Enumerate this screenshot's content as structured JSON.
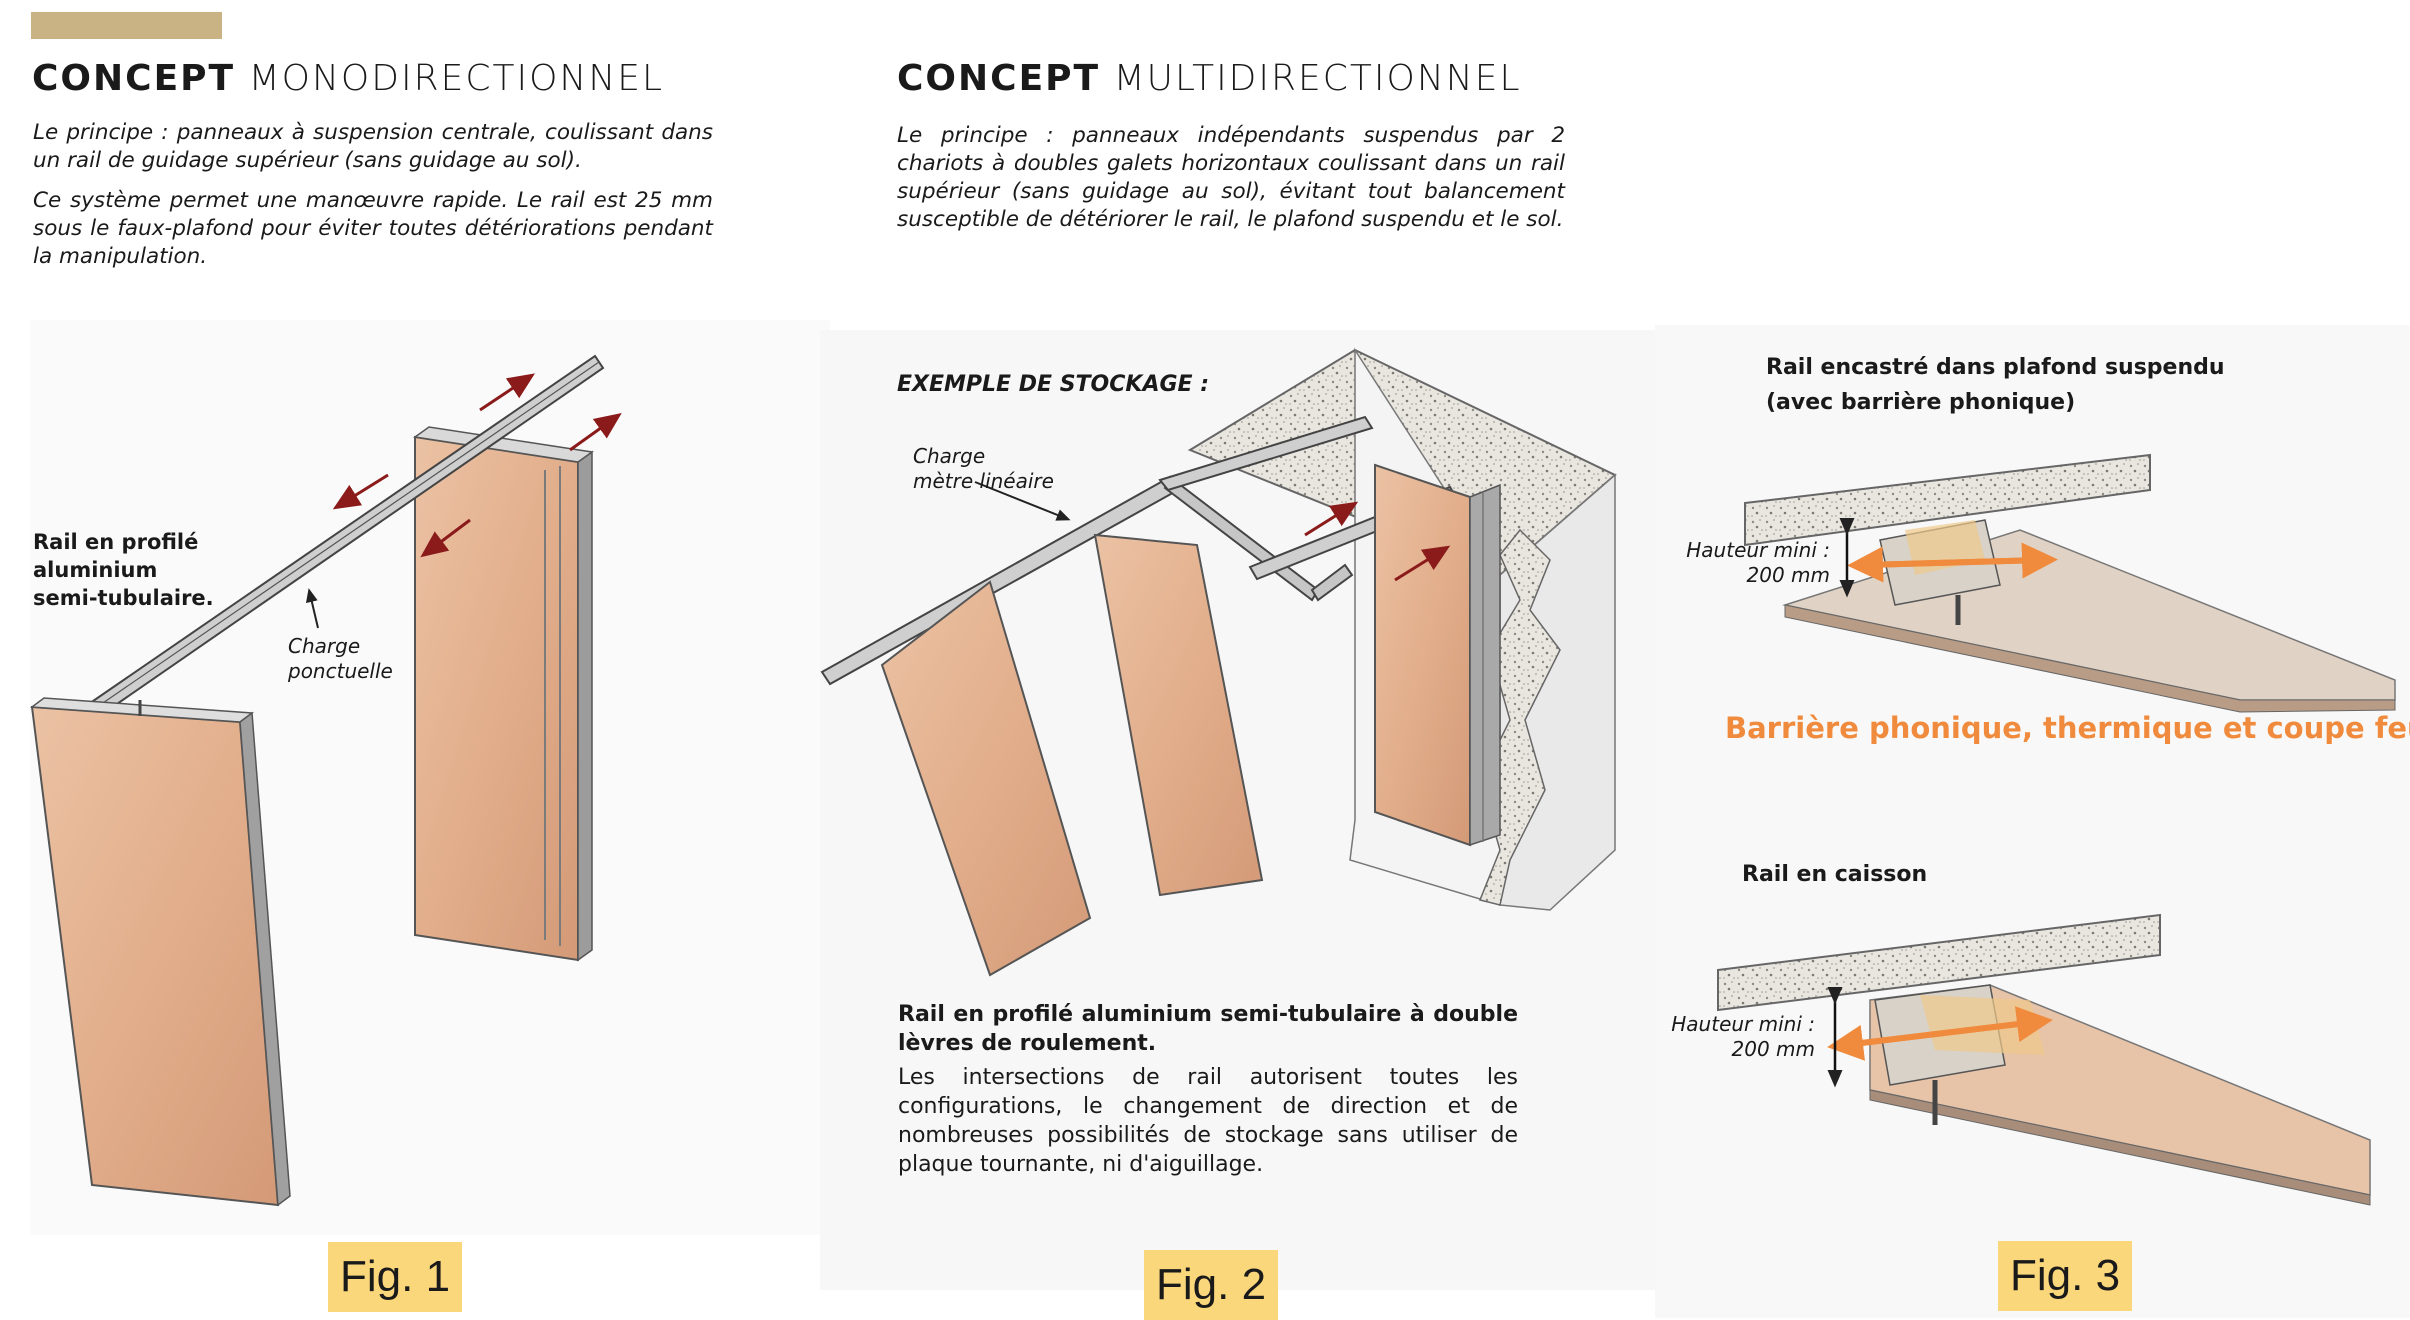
{
  "colors": {
    "gold": "#c9b284",
    "panel": "#e6b795",
    "panel_dark": "#c98f6d",
    "arrow_red": "#8b1a1a",
    "orange": "#f08a3c",
    "fig_bg": "#fbd77c"
  },
  "section1": {
    "title_bold": "CONCEPT",
    "title_light": "MONODIRECTIONNEL",
    "intro_1": "Le principe : panneaux à suspension centrale, coulissant dans un rail de guidage supérieur (sans guidage au sol).",
    "intro_2": "Ce système permet une manœuvre rapide. Le rail est 25 mm sous le faux-plafond pour éviter toutes détériorations pendant la manipulation.",
    "rail_label_1": "Rail en profilé",
    "rail_label_2": "aluminium",
    "rail_label_3": "semi-tubulaire.",
    "charge_1": "Charge",
    "charge_2": "ponctuelle",
    "fig": "Fig. 1"
  },
  "section2": {
    "title_bold": "CONCEPT",
    "title_light": "MULTIDIRECTIONNEL",
    "intro": "Le principe : panneaux indépendants suspendus par 2 chariots à doubles galets horizontaux coulissant dans un rail supérieur (sans guidage au sol), évitant tout balancement susceptible de détériorer le rail, le plafond suspendu et le sol.",
    "storage": "EXEMPLE DE STOCKAGE :",
    "charge_1": "Charge",
    "charge_2": "mètre linéaire",
    "rail_title": "Rail en profilé aluminium semi-tubulaire à double lèvres de roulement.",
    "rail_body": "Les intersections de rail autorisent toutes les configurations, le changement de direction et de nombreuses possibilités de stockage sans utiliser de plaque tournante, ni d'aiguillage.",
    "fig": "Fig. 2"
  },
  "section3": {
    "label_1": "Rail encastré dans plafond suspendu",
    "label_2": "(avec barrière phonique)",
    "height_1a": "Hauteur mini :",
    "height_1b": "200 mm",
    "barrier": "Barrière phonique, thermique et coupe feu",
    "label_3": "Rail en caisson",
    "height_2a": "Hauteur mini :",
    "height_2b": "200 mm",
    "fig": "Fig. 3"
  }
}
